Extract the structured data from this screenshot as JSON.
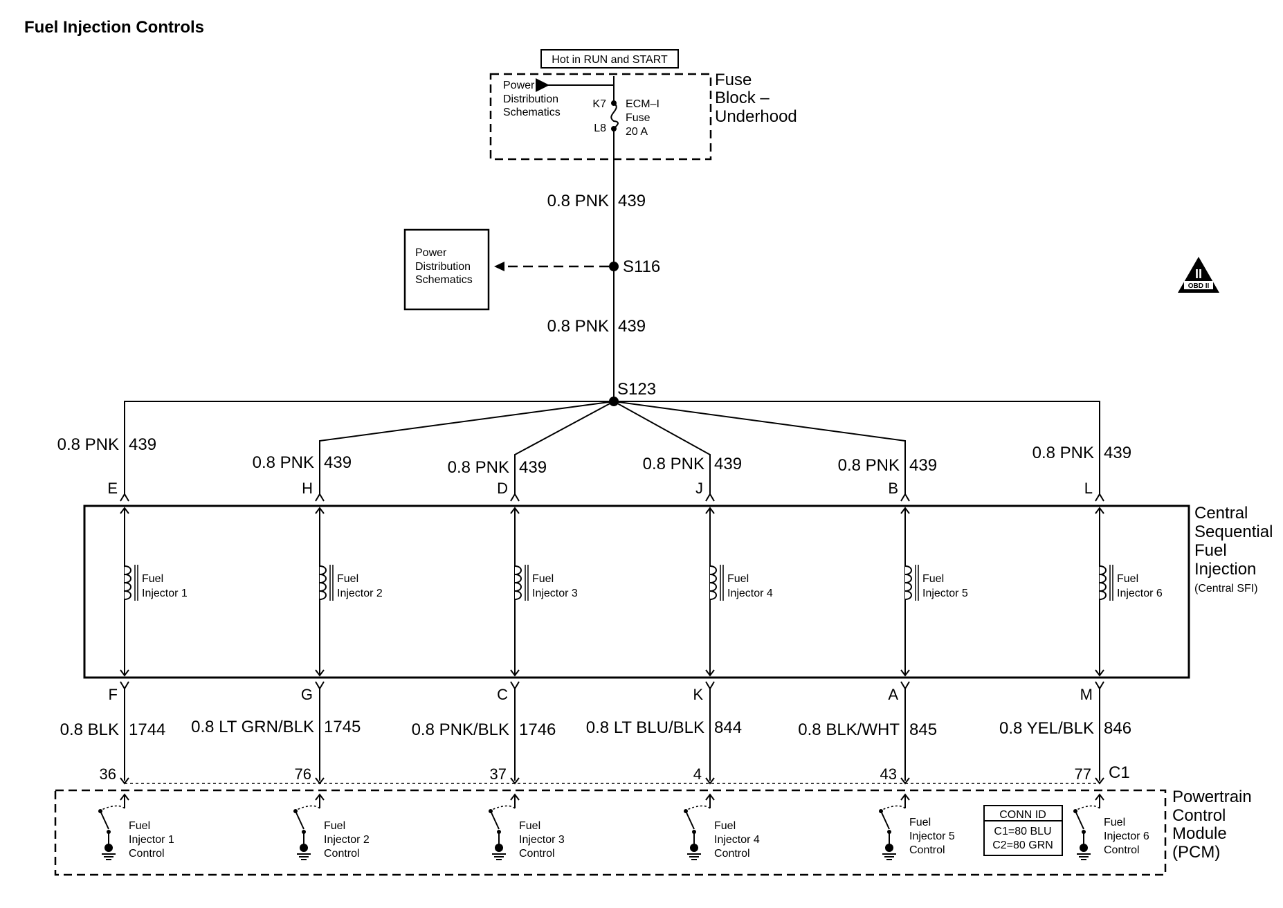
{
  "title": "Fuel Injection Controls",
  "fuse_block": {
    "hot_label": "Hot in RUN and START",
    "name_lines": [
      "Fuse",
      "Block –",
      "Underhood"
    ],
    "power_dist_lines": [
      "Power",
      "Distribution",
      "Schematics"
    ],
    "pin_top": "K7",
    "pin_bottom": "L8",
    "fuse_lines": [
      "ECM–I",
      "Fuse",
      "20 A"
    ]
  },
  "feed_wire": {
    "gauge_color": "0.8 PNK",
    "circuit": "439"
  },
  "splice_upper": "S116",
  "splice_lower": "S123",
  "power_dist_box_lines": [
    "Power",
    "Distribution",
    "Schematics"
  ],
  "obd": {
    "numeral": "II",
    "text": "OBD II"
  },
  "csfi_lines": [
    "Central",
    "Sequential",
    "Fuel",
    "Injection",
    "(Central SFI)"
  ],
  "pcm_lines": [
    "Powertrain",
    "Control",
    "Module",
    "(PCM)"
  ],
  "conn_id": {
    "title": "CONN ID",
    "lines": [
      "C1=80 BLU",
      "C2=80 GRN"
    ]
  },
  "connector_label": "C1",
  "injectors": [
    {
      "top_wire": "0.8 PNK",
      "top_circuit": "439",
      "top_pin": "E",
      "name_lines": [
        "Fuel",
        "Injector 1"
      ],
      "bottom_pin": "F",
      "bottom_wire": "0.8 BLK",
      "bottom_circuit": "1744",
      "pcm_pin": "36",
      "control_lines": [
        "Fuel",
        "Injector 1",
        "Control"
      ]
    },
    {
      "top_wire": "0.8 PNK",
      "top_circuit": "439",
      "top_pin": "H",
      "name_lines": [
        "Fuel",
        "Injector 2"
      ],
      "bottom_pin": "G",
      "bottom_wire": "0.8 LT GRN/BLK",
      "bottom_circuit": "1745",
      "pcm_pin": "76",
      "control_lines": [
        "Fuel",
        "Injector 2",
        "Control"
      ]
    },
    {
      "top_wire": "0.8 PNK",
      "top_circuit": "439",
      "top_pin": "D",
      "name_lines": [
        "Fuel",
        "Injector 3"
      ],
      "bottom_pin": "C",
      "bottom_wire": "0.8 PNK/BLK",
      "bottom_circuit": "1746",
      "pcm_pin": "37",
      "control_lines": [
        "Fuel",
        "Injector 3",
        "Control"
      ]
    },
    {
      "top_wire": "0.8 PNK",
      "top_circuit": "439",
      "top_pin": "J",
      "name_lines": [
        "Fuel",
        "Injector 4"
      ],
      "bottom_pin": "K",
      "bottom_wire": "0.8 LT BLU/BLK",
      "bottom_circuit": "844",
      "pcm_pin": "4",
      "control_lines": [
        "Fuel",
        "Injector 4",
        "Control"
      ]
    },
    {
      "top_wire": "0.8 PNK",
      "top_circuit": "439",
      "top_pin": "B",
      "name_lines": [
        "Fuel",
        "Injector 5"
      ],
      "bottom_pin": "A",
      "bottom_wire": "0.8 BLK/WHT",
      "bottom_circuit": "845",
      "pcm_pin": "43",
      "control_lines": [
        "Fuel",
        "Injector 5",
        "Control"
      ]
    },
    {
      "top_wire": "0.8 PNK",
      "top_circuit": "439",
      "top_pin": "L",
      "name_lines": [
        "Fuel",
        "Injector 6"
      ],
      "bottom_pin": "M",
      "bottom_wire": "0.8 YEL/BLK",
      "bottom_circuit": "846",
      "pcm_pin": "77",
      "control_lines": [
        "Fuel",
        "Injector 6",
        "Control"
      ]
    }
  ]
}
